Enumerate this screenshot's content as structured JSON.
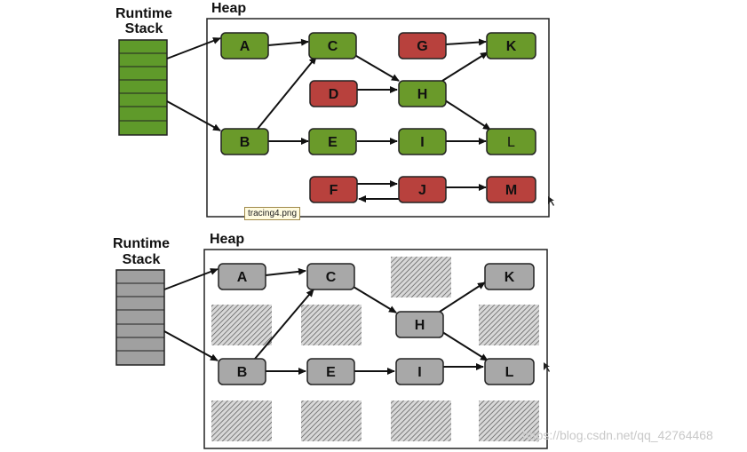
{
  "top_diagram": {
    "stack_label_line1": "Runtime",
    "stack_label_line2": "Stack",
    "heap_label": "Heap",
    "tooltip": "tracing4.png",
    "nodes": {
      "A": {
        "label": "A",
        "color": "#6a9a2a"
      },
      "B": {
        "label": "B",
        "color": "#6a9a2a"
      },
      "C": {
        "label": "C",
        "color": "#6a9a2a"
      },
      "D": {
        "label": "D",
        "color": "#b8413d"
      },
      "E": {
        "label": "E",
        "color": "#6a9a2a"
      },
      "F": {
        "label": "F",
        "color": "#b8413d"
      },
      "G": {
        "label": "G",
        "color": "#b8413d"
      },
      "H": {
        "label": "H",
        "color": "#6a9a2a"
      },
      "I": {
        "label": "I",
        "color": "#6a9a2a"
      },
      "J": {
        "label": "J",
        "color": "#b8413d"
      },
      "K": {
        "label": "K",
        "color": "#6a9a2a"
      },
      "L": {
        "label": "L",
        "color": "#6a9a2a"
      },
      "M": {
        "label": "M",
        "color": "#b8413d"
      }
    }
  },
  "bottom_diagram": {
    "stack_label_line1": "Runtime",
    "stack_label_line2": "Stack",
    "heap_label": "Heap",
    "nodes": {
      "A": {
        "label": "A",
        "color": "#a8a8a8"
      },
      "B": {
        "label": "B",
        "color": "#a8a8a8"
      },
      "C": {
        "label": "C",
        "color": "#a8a8a8"
      },
      "E": {
        "label": "E",
        "color": "#a8a8a8"
      },
      "H": {
        "label": "H",
        "color": "#a8a8a8"
      },
      "I": {
        "label": "I",
        "color": "#a8a8a8"
      },
      "K": {
        "label": "K",
        "color": "#a8a8a8"
      },
      "L": {
        "label": "L",
        "color": "#a8a8a8"
      }
    }
  },
  "colors": {
    "live_green": "#6a9a2a",
    "garbage_red": "#b8413d",
    "compacted_gray": "#a8a8a8",
    "stack_green": "#5f9a2a",
    "stack_gray": "#a0a0a0"
  },
  "watermark": "https://blog.csdn.net/qq_42764468"
}
